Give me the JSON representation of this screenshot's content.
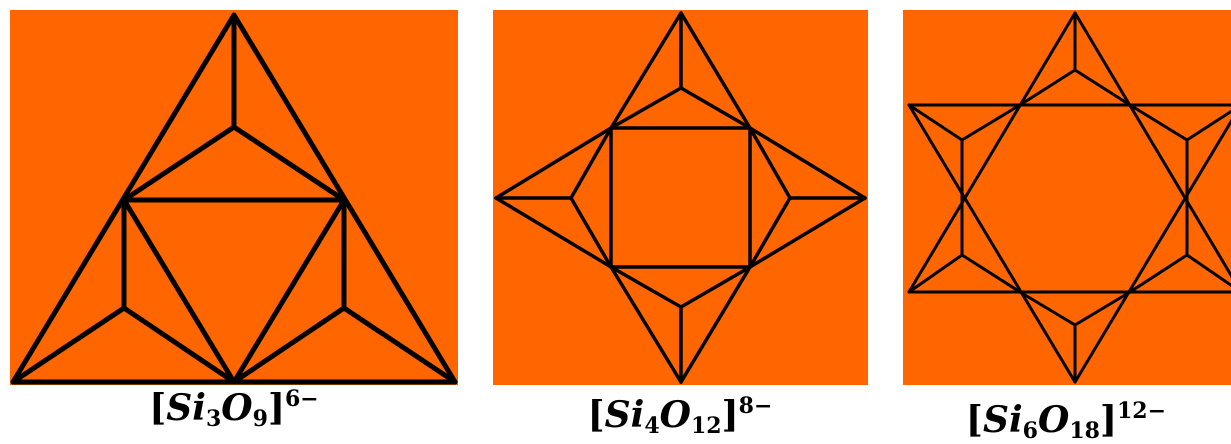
{
  "colors": {
    "background": "#FF6600",
    "line": "#000000"
  },
  "structures": [
    {
      "id": "si3o9",
      "symbol1": "Si",
      "sub1": "3",
      "symbol2": "O",
      "sub2": "9",
      "charge": "6−"
    },
    {
      "id": "si4o12",
      "symbol1": "Si",
      "sub1": "4",
      "symbol2": "O",
      "sub2": "12",
      "charge": "8−"
    },
    {
      "id": "si6o18",
      "symbol1": "Si",
      "sub1": "6",
      "symbol2": "O",
      "sub2": "18",
      "charge": "12−"
    }
  ]
}
